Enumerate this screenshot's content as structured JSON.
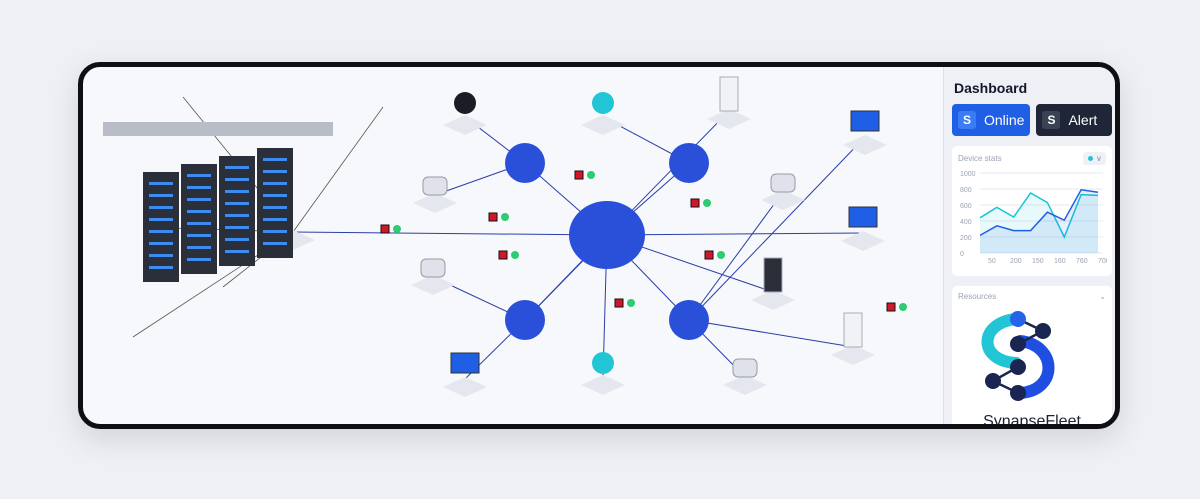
{
  "panel": {
    "title": "Dashboard",
    "buttons": [
      {
        "label": "Online",
        "icon": "s-logo-icon",
        "color": "#1f5fe6"
      },
      {
        "label": "Alert",
        "icon": "s-logo-icon",
        "color": "#1f2637"
      }
    ],
    "chart_card": {
      "title": "Device stats",
      "selector": "v"
    },
    "logo_card": {
      "title": "Resources",
      "brand": "SynapseFleet"
    }
  },
  "chart_data": {
    "type": "area",
    "x": [
      "50",
      "200",
      "150",
      "160",
      "760",
      "700"
    ],
    "yticks": [
      "1000",
      "800",
      "600",
      "400",
      "200",
      "0"
    ],
    "ylim": [
      0,
      1000
    ],
    "series": [
      {
        "name": "cyan",
        "color": "#18c3d3",
        "values": [
          440,
          570,
          450,
          750,
          630,
          200,
          730,
          720
        ]
      },
      {
        "name": "blue",
        "color": "#1f5fe6",
        "values": [
          220,
          340,
          280,
          280,
          510,
          410,
          790,
          760
        ]
      }
    ]
  },
  "colors": {
    "hub": "#2a4fd8",
    "accent": "#1f5fe6",
    "cyan": "#22c5d6",
    "dark": "#1f2637"
  }
}
